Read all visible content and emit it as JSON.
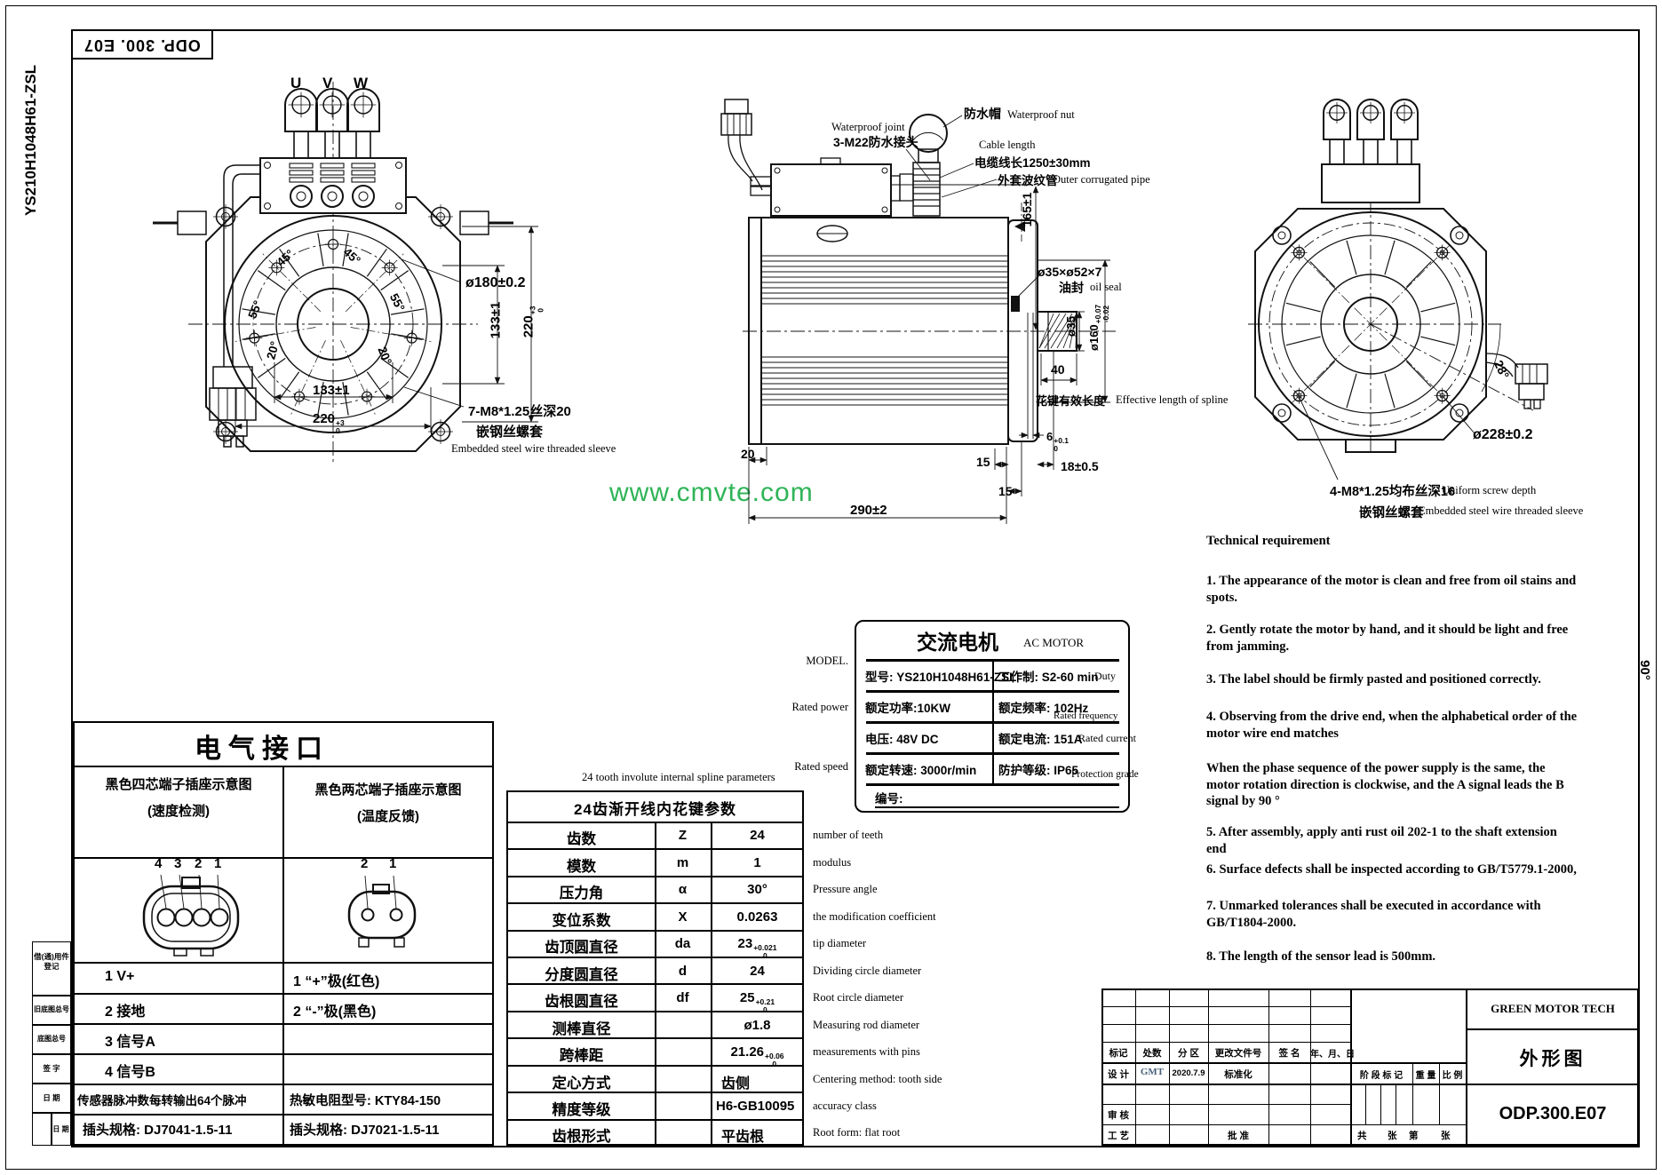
{
  "page": {
    "doc_no": "ODP. 300. E07",
    "model_side": "YS210H1048H61-ZSL",
    "angle_right_margin": "90°",
    "watermark": "www.cmvte.com",
    "watermark_color": "#2fb457",
    "line_color": "#111111"
  },
  "front": {
    "u": "U",
    "v": "V",
    "w": "W",
    "a45l": "45°",
    "a45r": "45°",
    "a55l": "55°",
    "a55r": "55°",
    "a20l": "20°",
    "a20r": "20°",
    "d180": "ø180±0.2",
    "d133v": "133±1",
    "d220v": {
      "base": "220",
      "up": "+3",
      "dn": "0"
    },
    "d133h": "133±1",
    "d220h": {
      "base": "220",
      "up": "+3",
      "dn": "0"
    },
    "screw": "7-M8*1.25丝深20",
    "sleeve_cn": "嵌钢丝螺套",
    "sleeve_en": "Embedded steel wire threaded sleeve"
  },
  "side": {
    "wp_joint_en": "Waterproof joint",
    "wp_joint_cn": "3-M22防水接头",
    "wp_nut_cn": "防水帽",
    "wp_nut_en": "Waterproof nut",
    "cable_en": "Cable length",
    "cable_cn": "电缆线长1250±30mm",
    "pipe_cn": "外套波纹管",
    "pipe_en": "Outer corrugated pipe",
    "seal_dim": "ø35×ø52×7",
    "seal_cn": "油封",
    "seal_en": "oil seal",
    "d35": "ø35",
    "d160": {
      "base": "ø160",
      "up": "+0.07",
      "dn": "-0.02"
    },
    "d165": "165±1",
    "len40": "40",
    "spline_cn": "花键有效长度",
    "spline_en": "Effective length of spline",
    "d6": {
      "base": "6",
      "up": "+0.1",
      "dn": "0"
    },
    "d18": "18±0.5",
    "d15a": "15",
    "d15b": "15",
    "d20": "20",
    "d290": "290±2"
  },
  "rear": {
    "a28": "28°",
    "d228": "ø228±0.2",
    "screw": "4-M8*1.25均布丝深16",
    "screw_en": "Uniform screw depth",
    "sleeve_cn": "嵌钢丝螺套",
    "sleeve_en": "Embedded steel wire threaded sleeve"
  },
  "nameplate": {
    "title_cn": "交流电机",
    "title_en": "AC MOTOR",
    "model_label": "MODEL.",
    "rated_power_label": "Rated power",
    "rated_speed_label": "Rated speed",
    "r1l": "型号: YS210H1048H61-ZSL",
    "r1r": "工作制: S2-60 min",
    "r1re": "Duty",
    "r2l": "额定功率:10KW",
    "r2r": "额定频率: 102Hz",
    "r2re": "Rated frequency",
    "r3l": "电压: 48V DC",
    "r3r": "额定电流: 151A",
    "r3re": "Rated current",
    "r4l": "额定转速: 3000r/min",
    "r4r": "防护等级: IP65",
    "r4re": "Protection grade",
    "r5": "编号:"
  },
  "tech": {
    "title": "Technical requirement",
    "i1": "1. The appearance of the motor is clean and free from oil stains and spots.",
    "i2": "2. Gently rotate the motor by hand, and it should be light and free from jamming.",
    "i3": "3. The label should be firmly pasted and positioned correctly.",
    "i4": "4. Observing from the drive end, when the alphabetical order of the motor wire end matches",
    "i4b": "When the phase sequence of the power supply is the same, the motor rotation direction is clockwise, and the A signal leads the B signal by 90 °",
    "i5": "5. After assembly, apply anti rust oil 202-1 to the shaft extension end",
    "i6": "6. Surface defects shall be inspected according to GB/T5779.1-2000,",
    "i7": "7. Unmarked tolerances shall be executed in accordance with GB/T1804-2000.",
    "i8": "8. The length of the sensor lead is 500mm."
  },
  "elec": {
    "title": "电气接口",
    "h1a": "黑色四芯端子插座示意图",
    "h1b": "(速度检测)",
    "h2a": "黑色两芯端子插座示意图",
    "h2b": "(温度反馈)",
    "pins4": [
      "4",
      "3",
      "2",
      "1"
    ],
    "pins2": [
      "2",
      "1"
    ],
    "l1": "1 V+",
    "l2": "2 接地",
    "l3": "3 信号A",
    "l4": "4 信号B",
    "l5": "传感器脉冲数每转输出64个脉冲",
    "l6": "插头规格: DJ7041-1.5-11",
    "r1": "1 “+”极(红色)",
    "r2": "2 “-”极(黑色)",
    "r3": "",
    "r4": "",
    "r5": "热敏电阻型号: KTY84-150",
    "r6": "插头规格: DJ7021-1.5-11"
  },
  "spline": {
    "note_en": "24 tooth involute internal spline parameters",
    "title": "24齿渐开线内花键参数",
    "rows": [
      {
        "name": "齿数",
        "sym": "Z",
        "val": "24",
        "en": "number of teeth"
      },
      {
        "name": "模数",
        "sym": "m",
        "val": "1",
        "en": "modulus"
      },
      {
        "name": "压力角",
        "sym": "α",
        "val": "30°",
        "en": "Pressure angle"
      },
      {
        "name": "变位系数",
        "sym": "X",
        "val": "0.0263",
        "en": "the modification coefficient"
      },
      {
        "name": "齿顶圆直径",
        "sym": "da",
        "val": "23",
        "up": "+0.021",
        "dn": "0",
        "en": "tip diameter"
      },
      {
        "name": "分度圆直径",
        "sym": "d",
        "val": "24",
        "en": "Dividing circle diameter"
      },
      {
        "name": "齿根圆直径",
        "sym": "df",
        "val": "25",
        "up": "+0.21",
        "dn": "0",
        "en": "Root circle diameter"
      },
      {
        "name": "测棒直径",
        "sym": "",
        "val": "ø1.8",
        "en": "Measuring rod diameter"
      },
      {
        "name": "跨棒距",
        "sym": "",
        "val": "21.26",
        "up": "+0.06",
        "dn": "0",
        "en": "measurements with pins"
      },
      {
        "name": "定心方式",
        "sym": "",
        "val": "齿侧",
        "en": "Centering method: tooth side"
      },
      {
        "name": "精度等级",
        "sym": "",
        "val": "H6-GB10095",
        "en": "accuracy class"
      },
      {
        "name": "齿根形式",
        "sym": "",
        "val": "平齿根",
        "en": "Root form: flat root"
      }
    ]
  },
  "margin": {
    "r1": "借(通)用件登记",
    "r2": "旧底图总号",
    "r3": "底图总号",
    "r4": "签 字",
    "r5": "日 期",
    "r6": "日 期"
  },
  "tb": {
    "company": "GREEN MOTOR TECH",
    "name": "外形图",
    "no": "ODP.300.E07",
    "h": [
      "标记",
      "处数",
      "分 区",
      "更改文件号",
      "签 名",
      "年、月、日"
    ],
    "design": "设 计",
    "design_name": "GMT",
    "design_date": "2020.7.9",
    "standard": "标准化",
    "check": "审 核",
    "craft": "工 艺",
    "approve": "批 准",
    "stage": "阶 段 标 记",
    "weight": "重 量",
    "scale": "比 例",
    "sheets_a": "共",
    "sheets_b": "张",
    "sheets_c": "第",
    "sheets_d": "张"
  }
}
